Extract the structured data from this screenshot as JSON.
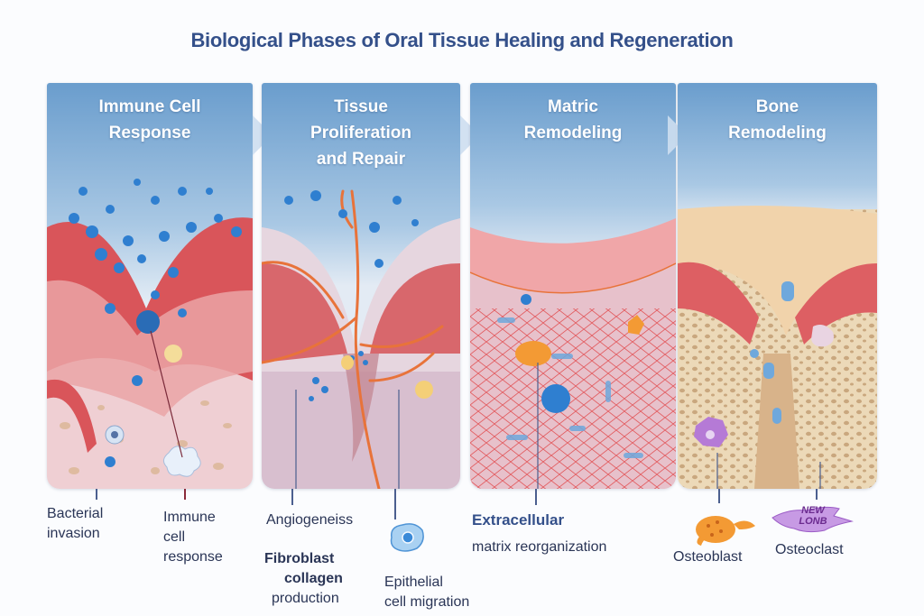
{
  "title": "Biological Phases of Oral Tissue Healing and Regeneration",
  "colors": {
    "title": "#34508a",
    "panel_header": "#6d9fcf",
    "label_text": "#2a3556",
    "tissue_red": "#d9555a",
    "tissue_pink": "#eab4b8",
    "immune_blue": "#2f7fd0",
    "bone_beige": "#ecd9b8",
    "osteoblast_orange": "#f39a34",
    "osteoclast_purple": "#b57ad6"
  },
  "panels": [
    {
      "id": "immune",
      "title_lines": [
        "Immune Cell",
        "Response"
      ],
      "labels": [
        {
          "lines": [
            "Bacterial",
            "invasion"
          ]
        },
        {
          "lines": [
            "Immune",
            "cell",
            "response"
          ]
        }
      ]
    },
    {
      "id": "proliferation",
      "title_lines": [
        "Tissue",
        "Proliferation",
        "and Repair"
      ],
      "labels": [
        {
          "lines": [
            "Angiogeneiss"
          ]
        },
        {
          "lines": [
            "Fibroblast",
            "collagen",
            "production"
          ]
        },
        {
          "lines": [
            "Epithelial",
            "cell migration"
          ]
        }
      ]
    },
    {
      "id": "matrix",
      "title_lines": [
        "Matric",
        "Remodeling"
      ],
      "labels": [
        {
          "lines": [
            "Extracellular",
            "matrix reorganization"
          ]
        }
      ]
    },
    {
      "id": "bone",
      "title_lines": [
        "Bone",
        "Remodeling"
      ],
      "labels": [
        {
          "lines": [
            "Osteoblast"
          ]
        },
        {
          "lines": [
            "Osteoclast"
          ]
        }
      ],
      "badge_text": [
        "NEW",
        "LONB"
      ]
    }
  ]
}
